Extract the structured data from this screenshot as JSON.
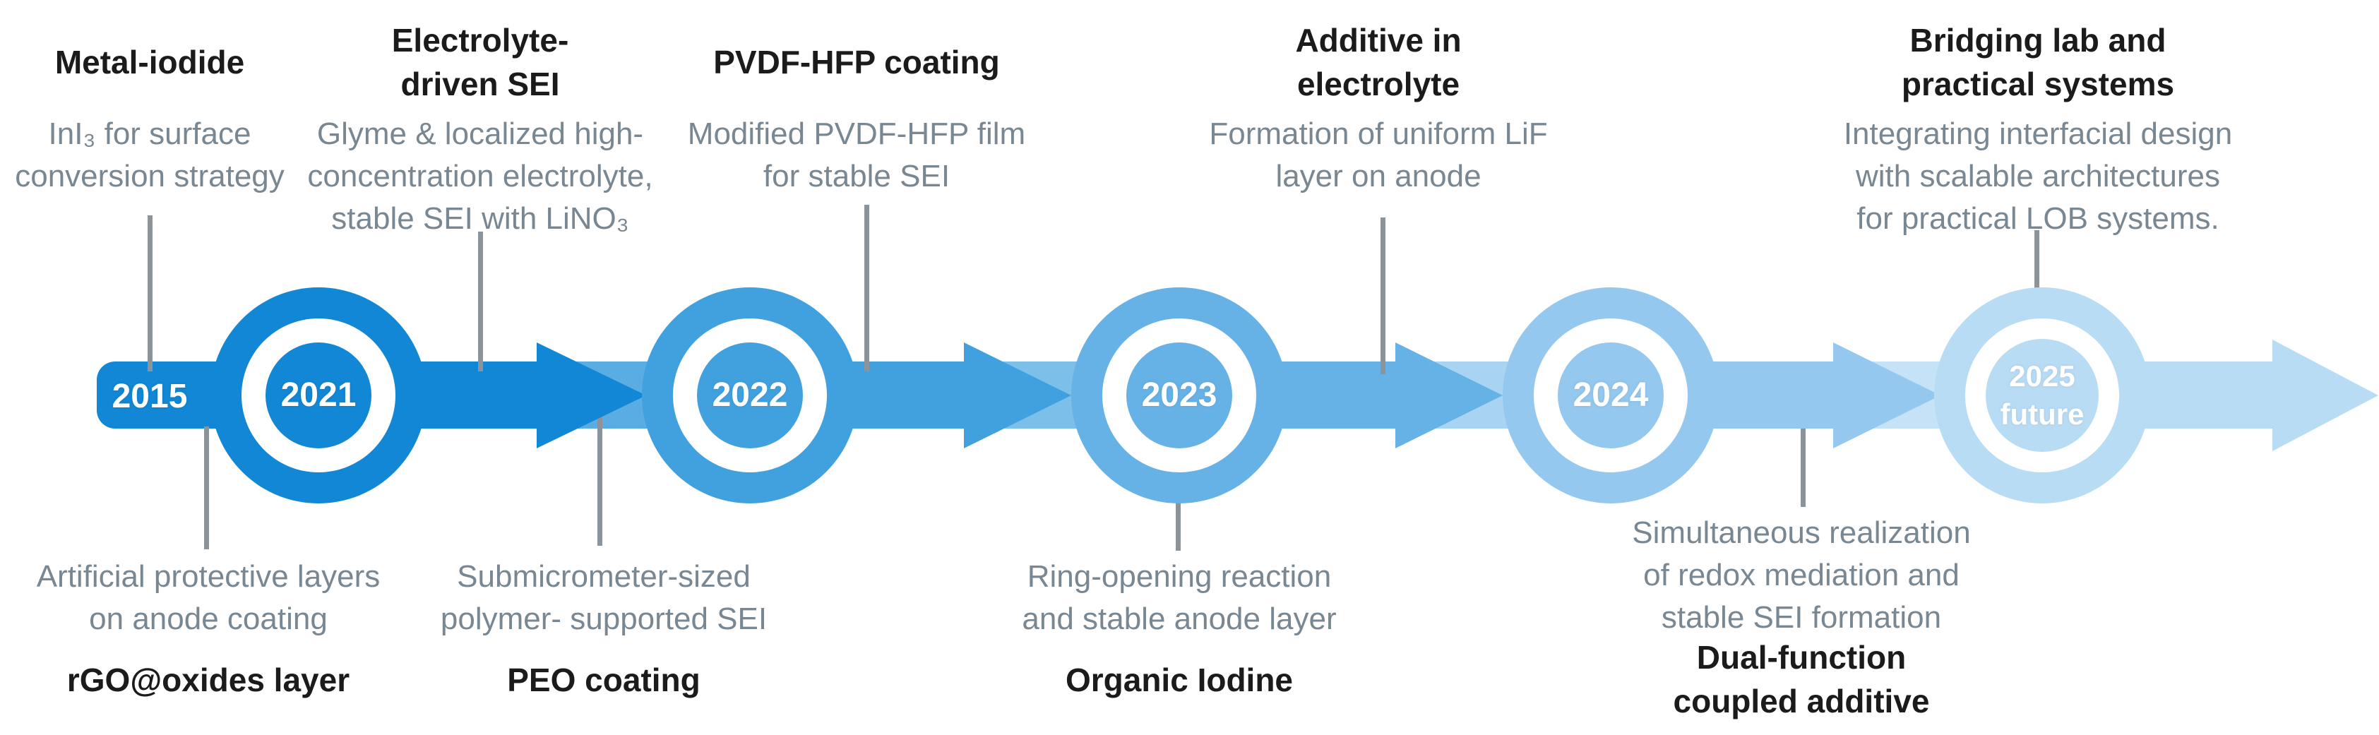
{
  "figure": {
    "description": "Research timeline diagram with year milestones and annotations",
    "background": "#ffffff",
    "connector_line_color": "#8b949b",
    "gray_text_color": "#788791",
    "heading_text_color": "#1b1b1b",
    "milestones": [
      {
        "label": "2015",
        "color": "#1187d5"
      },
      {
        "label": "2021",
        "color": "#1187d5",
        "band_after": "#5aade3"
      },
      {
        "label": "2022",
        "color": "#41a1df",
        "band_after": "#7cbfe9"
      },
      {
        "label": "2023",
        "color": "#66b2e6",
        "band_after": "#a9d4f1"
      },
      {
        "label": "2024",
        "color": "#95c8ee",
        "band_after": "#c6e2f7"
      },
      {
        "label": "2025",
        "label2": "future",
        "color": "#b9dcf5"
      }
    ],
    "top_annotations": [
      {
        "heading": "Metal-iodide",
        "body": "InI₃ for surface\nconversion strategy"
      },
      {
        "heading": "Electrolyte-\ndriven SEI",
        "body": "Glyme & localized high-\nconcentration electrolyte,\nstable SEI with LiNO₃"
      },
      {
        "heading": "PVDF-HFP coating",
        "body": "Modified PVDF-HFP film\nfor stable SEI"
      },
      {
        "heading": "Additive in\nelectrolyte",
        "body": "Formation of uniform LiF\nlayer on anode"
      },
      {
        "heading": "Bridging lab and\npractical systems",
        "body": "Integrating interfacial design\nwith scalable architectures\nfor practical LOB systems."
      }
    ],
    "bottom_annotations": [
      {
        "body": "Artificial protective layers\non anode coating",
        "heading": "rGO@oxides layer"
      },
      {
        "body": "Submicrometer-sized\npolymer- supported SEI",
        "heading": "PEO coating"
      },
      {
        "body": "Ring-opening reaction\nand stable anode layer",
        "heading": "Organic Iodine"
      },
      {
        "body": "Simultaneous realization\nof redox mediation and\nstable SEI formation",
        "heading": "Dual-function\ncoupled additive"
      }
    ]
  }
}
